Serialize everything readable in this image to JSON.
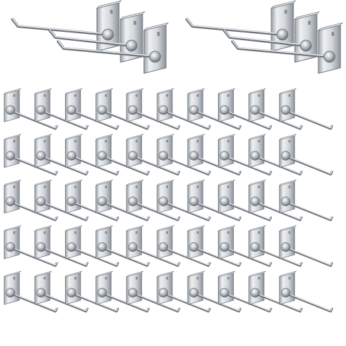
{
  "product_photo": {
    "subject": "slatwall-hook",
    "featured_hook_sets": 2,
    "grid_rows": 5,
    "grid_columns": 10,
    "background": "#ffffff",
    "metal_light": "#f2f3f5",
    "metal_mid": "#c9cdd2",
    "metal_dark": "#8a9097",
    "metal_edge": "#6f757c"
  }
}
